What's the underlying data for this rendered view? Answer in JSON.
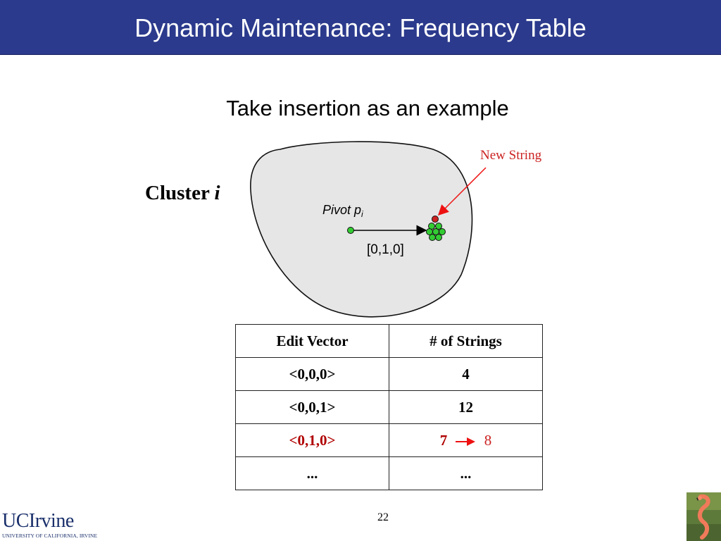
{
  "slide": {
    "title": "Dynamic Maintenance: Frequency Table",
    "subtitle": "Take insertion as an example",
    "page_number": "22"
  },
  "diagram": {
    "cluster_label": "Cluster ",
    "cluster_label_italic": "i",
    "pivot_label": "Pivot p",
    "pivot_subscript": "i",
    "vector_label": "[0,1,0]",
    "new_string_label": "New String",
    "colors": {
      "cluster_fill": "#e6e6e6",
      "pivot_dot": "#33cc33",
      "existing_strings": "#33cc33",
      "new_string_dot": "#cc2222",
      "new_string_text": "#cc2222",
      "header_bg": "#2b3a8c"
    }
  },
  "table": {
    "headers": [
      "Edit Vector",
      "# of Strings"
    ],
    "rows": [
      {
        "vector": "<0,0,0>",
        "count": "4"
      },
      {
        "vector": "<0,0,1>",
        "count": "12"
      },
      {
        "vector": "<0,1,0>",
        "count": "7",
        "new_count": "8"
      },
      {
        "vector": "...",
        "count": "..."
      }
    ]
  },
  "logo": {
    "name": "UCIrvine",
    "subtext": "UNIVERSITY OF CALIFORNIA, IRVINE"
  }
}
